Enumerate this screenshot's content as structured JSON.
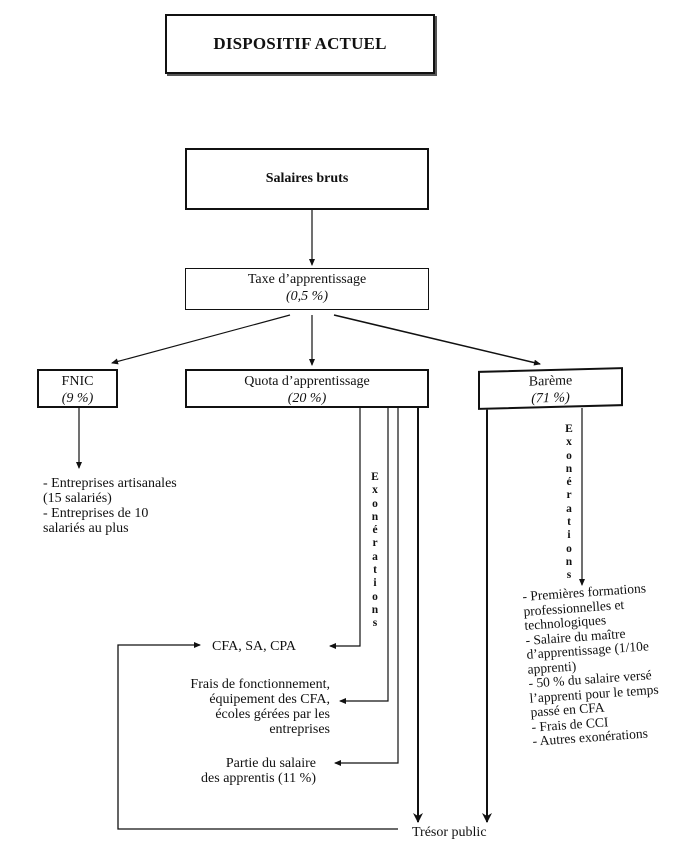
{
  "title": "DISPOSITIF ACTUEL",
  "nodes": {
    "salaires": {
      "label": "Salaires bruts"
    },
    "taxe": {
      "label": "Taxe d’apprentissage",
      "pct": "(0,5 %)"
    },
    "fnic": {
      "label": "FNIC",
      "pct": "(9 %)"
    },
    "quota": {
      "label": "Quota d’apprentissage",
      "pct": "(20 %)"
    },
    "bareme": {
      "label": "Barème",
      "pct": "(71 %)"
    }
  },
  "fnic_beneficiaries": [
    "- Entreprises artisanales",
    "(15 salariés)",
    "- Entreprises de 10",
    "salariés au plus"
  ],
  "exonerations_label": [
    "E",
    "x",
    "o",
    "n",
    "é",
    "r",
    "a",
    "t",
    "i",
    "o",
    "n",
    "s"
  ],
  "quota_destinations": {
    "cfa": "CFA, SA, CPA",
    "frais": [
      "Frais de fonctionnement,",
      "équipement des CFA,",
      "écoles gérées par les",
      "entreprises"
    ],
    "salaire": [
      "Partie du salaire",
      "des apprentis (11 %)"
    ],
    "tresor": "Trésor public"
  },
  "bareme_exonerations": [
    "- Premières formations",
    "professionnelles et",
    "technologiques",
    "- Salaire du maître",
    "d’apprentissage (1/10e",
    "apprenti)",
    "- 50 % du salaire versé",
    "l’apprenti pour le temps",
    "passé en CFA",
    "- Frais de CCI",
    "- Autres exonérations"
  ]
}
